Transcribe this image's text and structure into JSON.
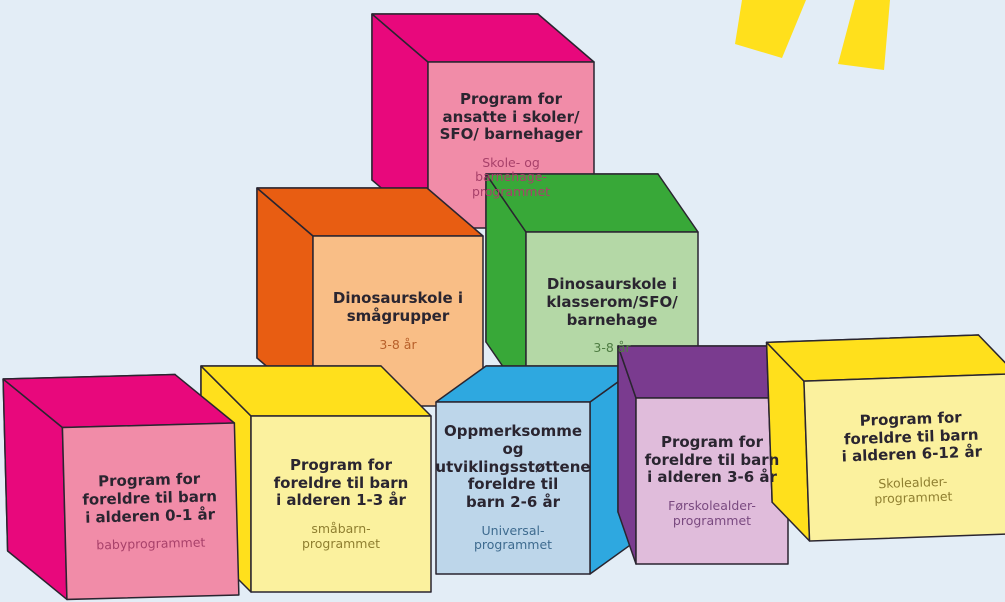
{
  "colors": {
    "background": "#e3edf6",
    "sun": "#ffe01c",
    "outline": "#2a2530"
  },
  "cubes": [
    {
      "id": "staff",
      "title": "Program for\nansatte i skoler/\nSFO/ barnehager",
      "subtitle": "Skole- og\nbarnehage-\nprogrammet",
      "front_color": "#f18ca8",
      "top_color": "#e8087c",
      "side_color": "#e8087c",
      "subtitle_color": "#a8416a"
    },
    {
      "id": "dino-small",
      "title": "Dinosaurskole i\nsmågrupper",
      "subtitle": "3-8 år",
      "front_color": "#f9be86",
      "top_color": "#e85d12",
      "side_color": "#e85d12",
      "subtitle_color": "#b8602a"
    },
    {
      "id": "dino-class",
      "title": "Dinosaurskole i\nklasserom/SFO/\nbarnehage",
      "subtitle": "3-8 år",
      "front_color": "#b4d8a6",
      "top_color": "#38a838",
      "side_color": "#38a838",
      "subtitle_color": "#4f7d43"
    },
    {
      "id": "baby",
      "title": "Program for\nforeldre til barn\ni alderen 0-1 år",
      "subtitle": "babyprogrammet",
      "front_color": "#f18ca8",
      "top_color": "#e8087c",
      "side_color": "#e8087c",
      "subtitle_color": "#a8416a"
    },
    {
      "id": "toddler",
      "title": "Program for\nforeldre til barn\ni alderen 1-3 år",
      "subtitle": "småbarn-\nprogrammet",
      "front_color": "#fbf19e",
      "top_color": "#ffe01c",
      "side_color": "#ffe01c",
      "subtitle_color": "#8f7f30"
    },
    {
      "id": "universal",
      "title": "Oppmerksomme og\nutviklingsstøttene\nforeldre til\nbarn 2-6 år",
      "subtitle": "Universal-\nprogrammet",
      "front_color": "#bdd6ea",
      "top_color": "#2ea8e0",
      "side_color": "#2ea8e0",
      "subtitle_color": "#3e6b8f"
    },
    {
      "id": "preschool",
      "title": "Program for\nforeldre til barn\ni alderen 3-6 år",
      "subtitle": "Førskolealder-\nprogrammet",
      "front_color": "#e0bcdb",
      "top_color": "#7a3b8f",
      "side_color": "#7a3b8f",
      "subtitle_color": "#7a4a80"
    },
    {
      "id": "schoolage",
      "title": "Program for\nforeldre til barn\ni alderen 6-12 år",
      "subtitle": "Skolealder-\nprogrammet",
      "front_color": "#fbf19e",
      "top_color": "#ffe01c",
      "side_color": "#ffe01c",
      "subtitle_color": "#8f7f30"
    }
  ]
}
